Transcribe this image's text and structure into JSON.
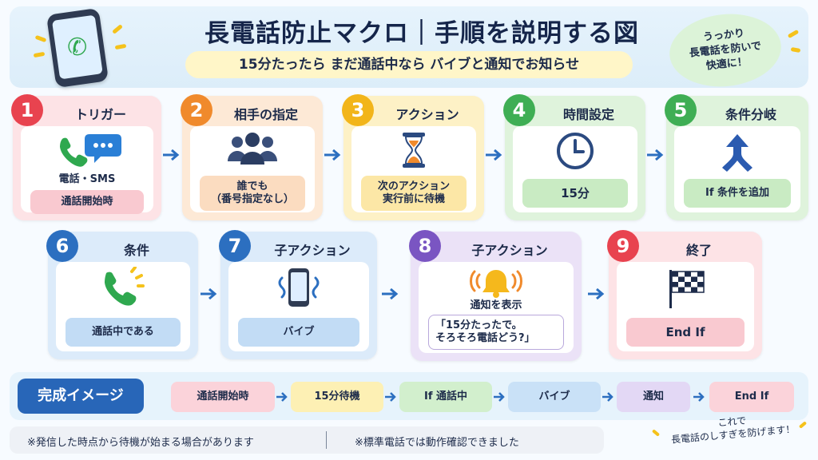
{
  "header": {
    "title": "長電話防止マクロ｜手順を説明する図",
    "subtitle": "15分たったら まだ通話中なら バイブと通知でお知らせ",
    "bubble_lines": [
      "うっかり",
      "長電話を防いで",
      "快適に！"
    ]
  },
  "steps": [
    {
      "num": "1",
      "title": "トリガー",
      "label": "電話・SMS",
      "pill": "通話開始時",
      "icon": "phone-and-chat-icon",
      "color": "#e8434f"
    },
    {
      "num": "2",
      "title": "相手の指定",
      "label": "",
      "pill_lines": [
        "誰でも",
        "（番号指定なし）"
      ],
      "icon": "people-icon",
      "color": "#f08a2c"
    },
    {
      "num": "3",
      "title": "アクション",
      "label": "",
      "pill_lines": [
        "次のアクション",
        "実行前に待機"
      ],
      "icon": "hourglass-icon",
      "color": "#f2b51a"
    },
    {
      "num": "4",
      "title": "時間設定",
      "label": "",
      "pill": "15分",
      "icon": "clock-icon",
      "color": "#3fae54"
    },
    {
      "num": "5",
      "title": "条件分岐",
      "label": "",
      "pill": "If 条件を追加",
      "icon": "merge-arrow-icon",
      "color": "#3fae54"
    },
    {
      "num": "6",
      "title": "条件",
      "label": "",
      "pill": "通話中である",
      "icon": "ringing-phone-icon",
      "color": "#2c6fc0"
    },
    {
      "num": "7",
      "title": "子アクション",
      "label": "",
      "pill": "バイブ",
      "icon": "vibrating-phone-icon",
      "color": "#2c6fc0"
    },
    {
      "num": "8",
      "title": "子アクション",
      "label": "通知を表示",
      "pill_lines": [
        "「15分たったで。",
        "そろそろ電話どう?」"
      ],
      "icon": "bell-icon",
      "color": "#7a55c2"
    },
    {
      "num": "9",
      "title": "終了",
      "label": "",
      "pill": "End If",
      "icon": "checkered-flag-icon",
      "color": "#e8434f"
    }
  ],
  "flow": {
    "title": "完成イメージ",
    "steps": [
      "通話開始時",
      "15分待機",
      "If 通話中",
      "バイブ",
      "通知",
      "End If"
    ]
  },
  "footer": {
    "notes": [
      "※発信した時点から待機が始まる場合があります",
      "※標準電話では動作確認できました"
    ],
    "closing_lines": [
      "これで",
      "長電話のしすぎを防げます！"
    ]
  }
}
